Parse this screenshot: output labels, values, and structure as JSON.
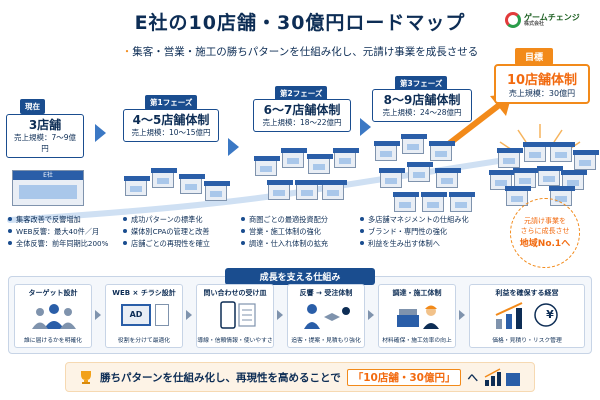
{
  "header": {
    "title": "E社の10店舗・30億円ロードマップ",
    "subtitle": "集客・営業・施工の勝ちパターンを仕組み化し、元請け事業を成長させる",
    "logo_text": "ゲームチェンジ",
    "logo_sub": "株式会社"
  },
  "stages": [
    {
      "tag": "現在",
      "main": "3店舗",
      "sales": "売上規模：7～9億円",
      "bullets": [
        "集客改善で反響増加",
        "WEB反響：最大40件／月",
        "全体反響：前年同期比200%"
      ]
    },
    {
      "tag": "第1フェーズ",
      "main": "4～5店舗体制",
      "sales": "売上規模：10～15億円",
      "bullets": [
        "成功パターンの標準化",
        "媒体別CPAの管理と改善",
        "店舗ごとの再現性を確立"
      ]
    },
    {
      "tag": "第2フェーズ",
      "main": "6～7店舗体制",
      "sales": "売上規模：18～22億円",
      "bullets": [
        "商圏ごとの最適投資配分",
        "営業・施工体制の強化",
        "調達・仕入れ体制の拡充"
      ]
    },
    {
      "tag": "第3フェーズ",
      "main": "8～9店舗体制",
      "sales": "売上規模：24～28億円",
      "bullets": [
        "多店舗マネジメントの仕組み化",
        "ブランド・専門性の強化",
        "利益を生み出す体制へ"
      ]
    }
  ],
  "goal": {
    "tag": "目標",
    "main": "10店舗体制",
    "sales": "売上規模：30億円"
  },
  "goal_note": {
    "line1": "元請け事業を",
    "line2": "さらに成長させ",
    "line3": "地域No.1へ"
  },
  "store_sign": "E社",
  "support": {
    "header": "成長を支える仕組み",
    "cards": [
      {
        "title": "ターゲット設計",
        "desc": "誰に届けるかを明確化"
      },
      {
        "title": "WEB × チラシ設計",
        "desc": "役割を分けて最適化",
        "icon_text": "AD"
      },
      {
        "title": "問い合わせの受け皿",
        "desc": "導線・信頼情報・使いやすさ"
      },
      {
        "title": "反響 → 受注体制",
        "desc": "追客・提案・見積もり強化"
      },
      {
        "title": "調達・施工体制",
        "desc": "材料確保・施工効率の向上"
      },
      {
        "title": "利益を確保する経営",
        "desc": "価格・見積り・リスク管理",
        "icon_text": "¥"
      }
    ]
  },
  "footer": {
    "text_before": "勝ちパターンを仕組み化し、再現性を高めることで",
    "highlight": "「10店舗・30億円」",
    "text_after": "へ"
  },
  "colors": {
    "navy": "#0d2d55",
    "blue": "#1a4d8f",
    "accent": "#f28a1a",
    "panel": "#f4f7fb"
  }
}
